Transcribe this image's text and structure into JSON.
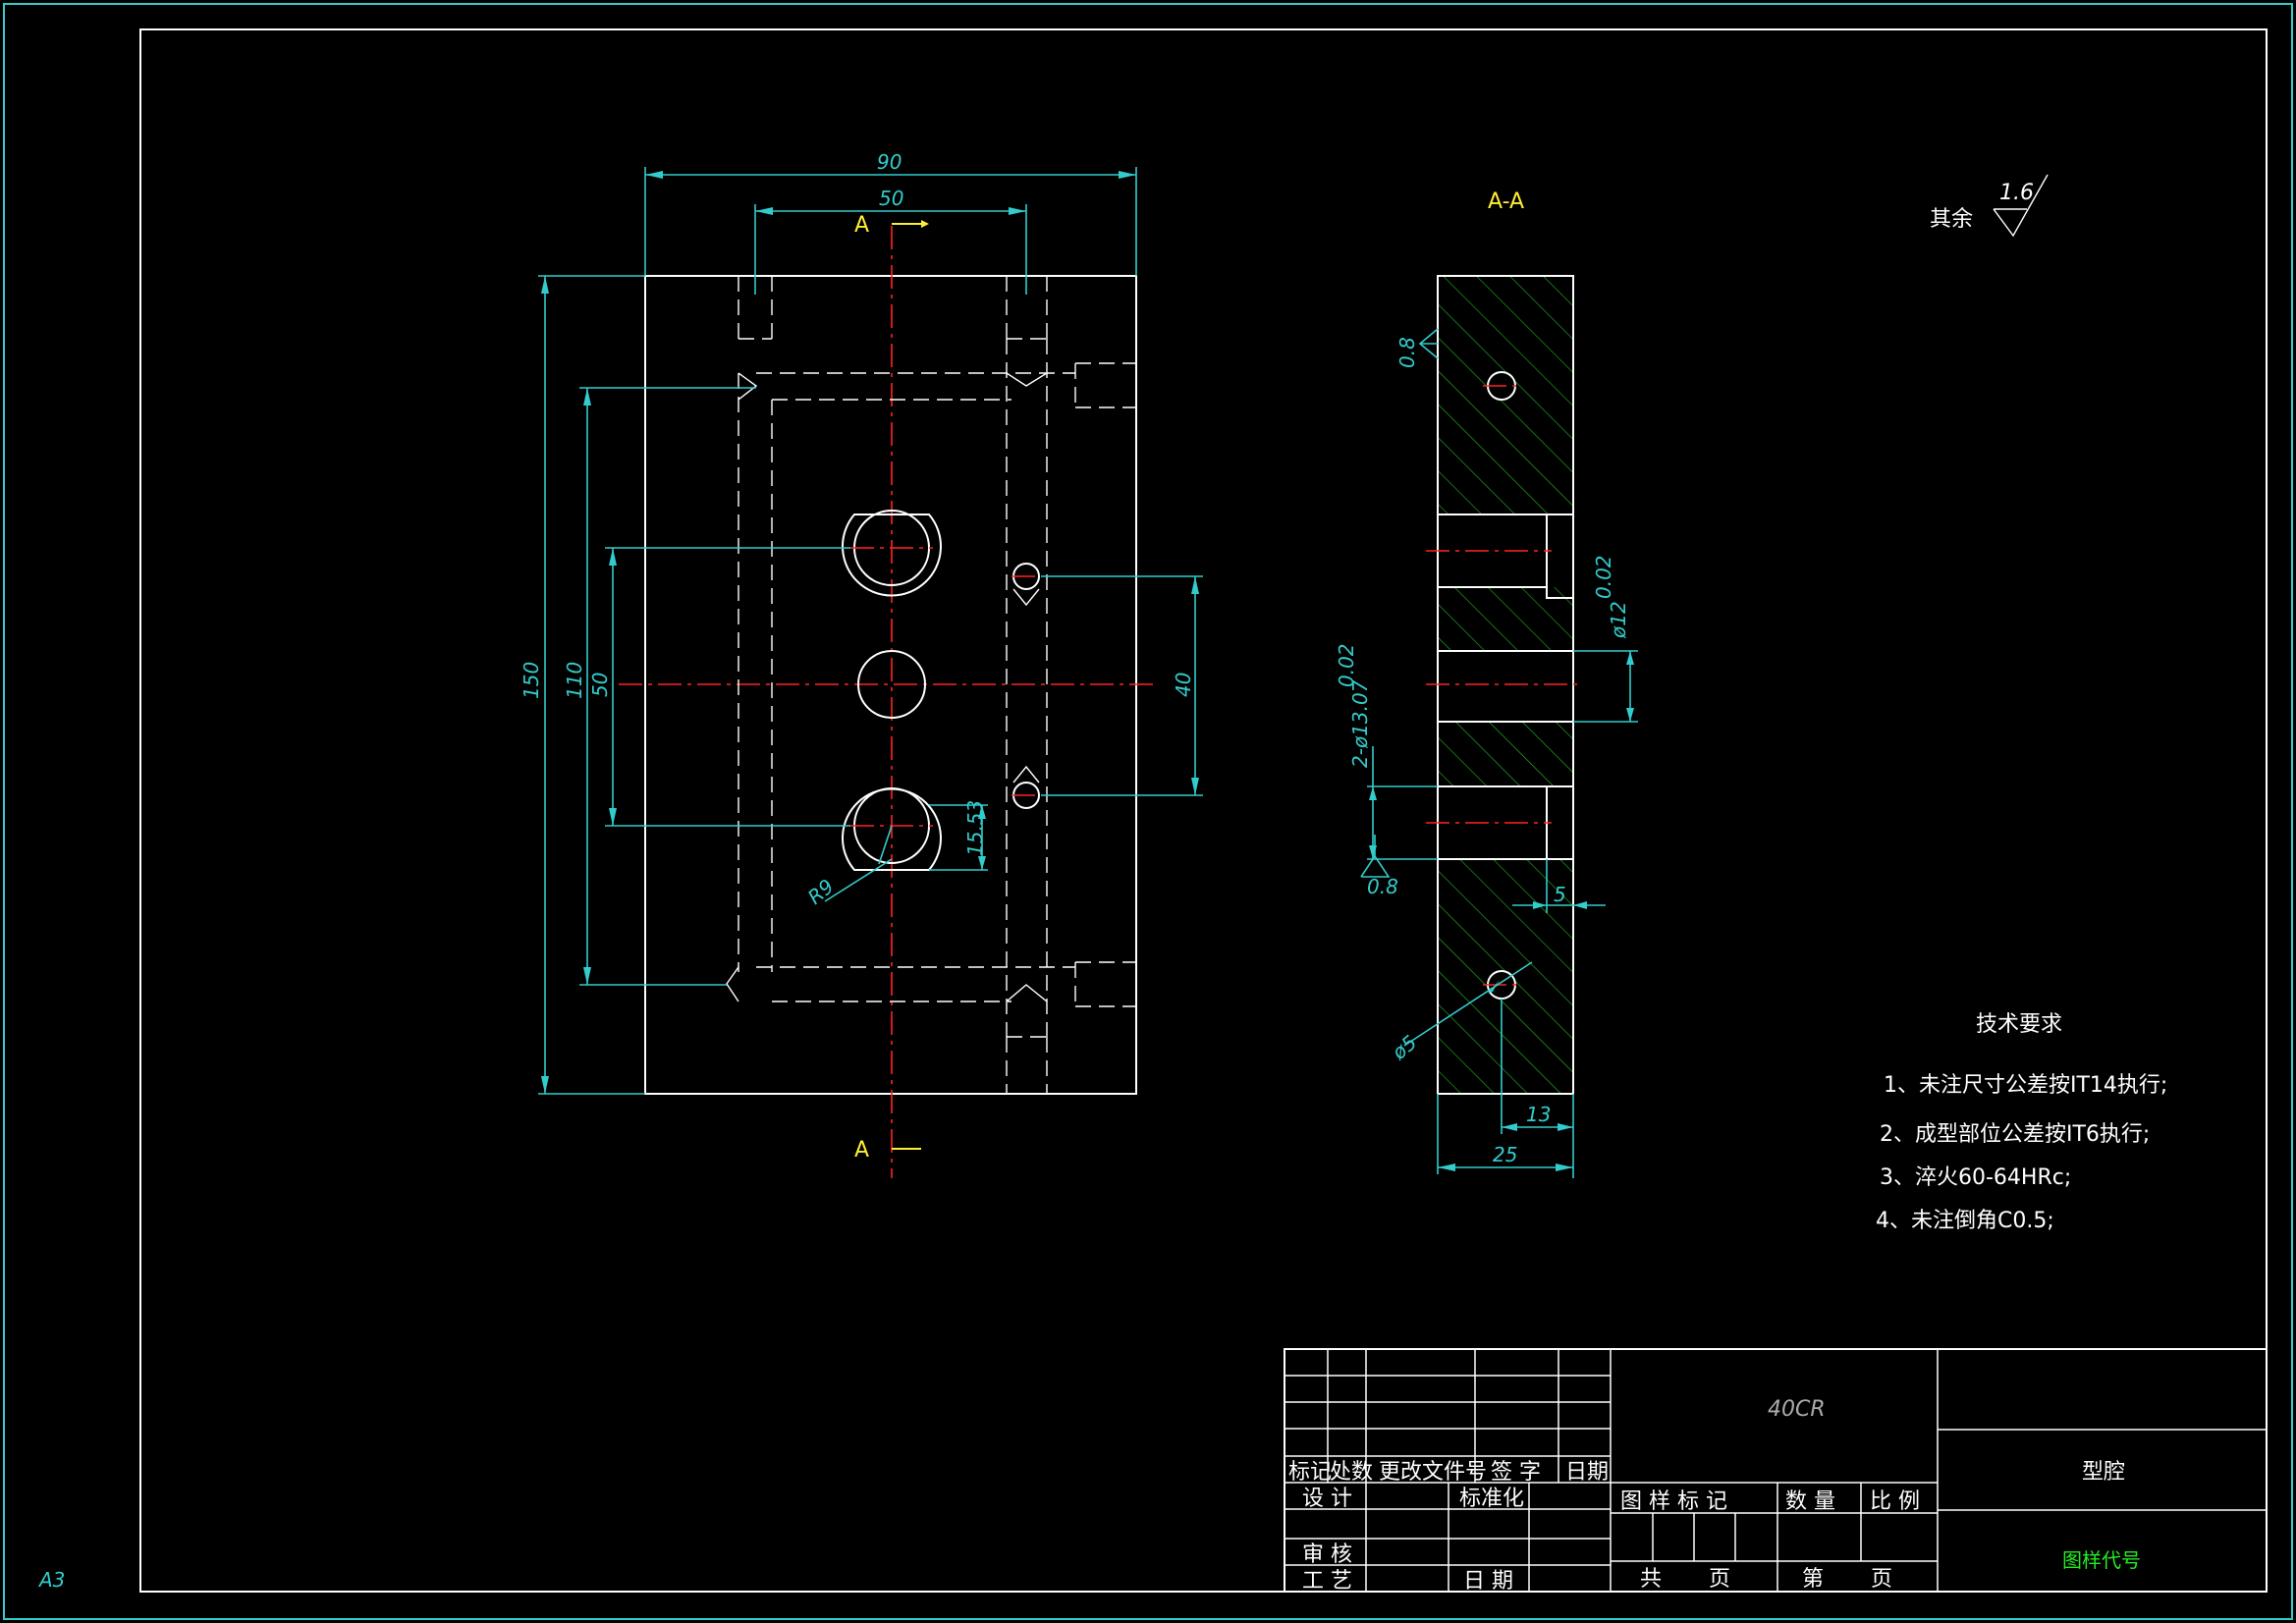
{
  "sheet": {
    "size": "A3"
  },
  "views": {
    "front": {
      "dims": {
        "width_total": "90",
        "hole_span": "50",
        "height_total": "150",
        "v110": "110",
        "v50": "50",
        "v40": "40",
        "v15_53": "15.53",
        "radius": "R9"
      },
      "section_mark": "A"
    },
    "section": {
      "title": "A-A",
      "dims": {
        "d12": "ø12",
        "d12_tol": "0.02",
        "d13": "2-ø13.07",
        "d13_tol": "0.02",
        "d5": "ø5",
        "w5": "5",
        "w13": "13",
        "w25": "25"
      },
      "roughness_08_a": "0.8",
      "roughness_08_b": "0.8"
    }
  },
  "roughness_note": {
    "prefix": "其余",
    "value": "1.6"
  },
  "tech_requirements": {
    "title": "技术要求",
    "items": [
      "1、未注尺寸公差按IT14执行;",
      "2、成型部位公差按IT6执行;",
      "3、淬火60-64HRc;",
      "4、未注倒角C0.5;"
    ]
  },
  "title_block": {
    "material": "40CR",
    "part_name": "型腔",
    "drawing_code_label": "图样代号",
    "row_labels": {
      "mark": "标记",
      "count": "处数",
      "change_doc": "更改文件号",
      "sign": "签 字",
      "date": "日期"
    },
    "design": "设 计",
    "standardize": "标准化",
    "check": "审 核",
    "process": "工 艺",
    "date2": "日 期",
    "drawing_mark": "图 样 标 记",
    "quantity": "数 量",
    "scale": "比 例",
    "total": "共",
    "page": "页",
    "sheet_no": "第",
    "page2": "页"
  },
  "colors": {
    "border": "#33cccc",
    "line": "#ffffff",
    "dimension": "#33cccc",
    "center": "#ff2222",
    "hatch": "#22bb22",
    "section_label": "#ffee33"
  }
}
